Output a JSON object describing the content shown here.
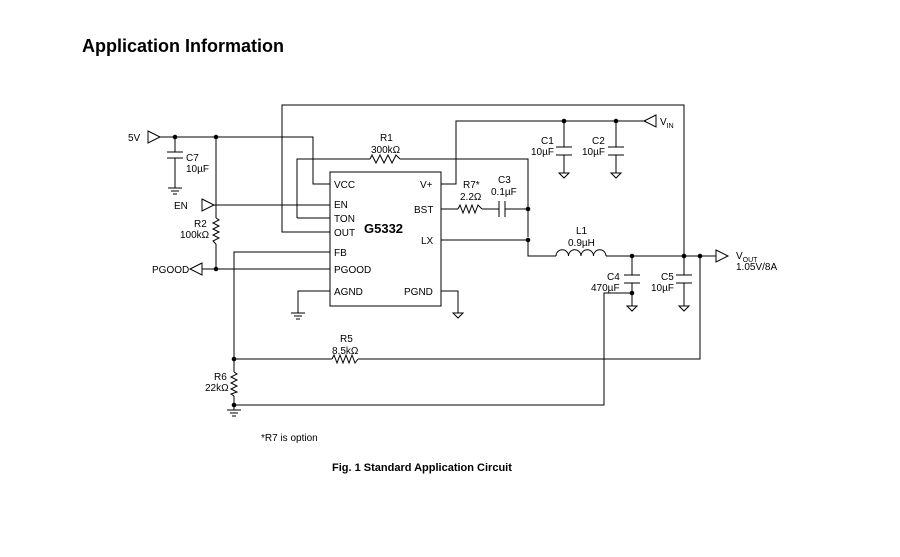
{
  "title": "Application Information",
  "caption": "Fig. 1 Standard Application Circuit",
  "footnote": "*R7 is option",
  "chip": {
    "name": "G5332",
    "pins": {
      "vcc": "VCC",
      "en": "EN",
      "ton": "TON",
      "out": "OUT",
      "fb": "FB",
      "pgood": "PGOOD",
      "agnd": "AGND",
      "vplus": "V+",
      "bst": "BST",
      "lx": "LX",
      "pgnd": "PGND"
    }
  },
  "ports": {
    "v5": "5V",
    "en": "EN",
    "pgood": "PGOOD",
    "vin_main": "V",
    "vin_sub": "IN",
    "vout_main": "V",
    "vout_sub": "OUT",
    "vout_value": "1.05V/8A"
  },
  "components": {
    "r1": {
      "ref": "R1",
      "value": "300kΩ"
    },
    "r2": {
      "ref": "R2",
      "value": "100kΩ"
    },
    "r5": {
      "ref": "R5",
      "value": "8.5kΩ"
    },
    "r6": {
      "ref": "R6",
      "value": "22kΩ"
    },
    "r7": {
      "ref": "R7*",
      "value": "2.2Ω"
    },
    "c1": {
      "ref": "C1",
      "value": "10µF"
    },
    "c2": {
      "ref": "C2",
      "value": "10µF"
    },
    "c3": {
      "ref": "C3",
      "value": "0.1µF"
    },
    "c4": {
      "ref": "C4",
      "value": "470µF"
    },
    "c5": {
      "ref": "C5",
      "value": "10µF"
    },
    "c7": {
      "ref": "C7",
      "value": "10µF"
    },
    "l1": {
      "ref": "L1",
      "value": "0.9µH"
    }
  }
}
